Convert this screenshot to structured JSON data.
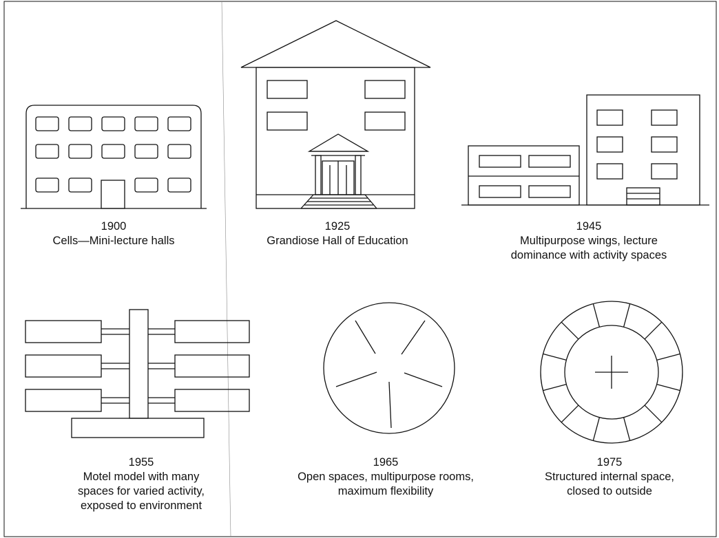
{
  "panels": [
    {
      "id": "1900",
      "year": "1900",
      "lines": [
        "Cells—Mini-lecture halls"
      ]
    },
    {
      "id": "1925",
      "year": "1925",
      "lines": [
        "Grandiose Hall of Education"
      ]
    },
    {
      "id": "1945",
      "year": "1945",
      "lines": [
        "Multipurpose wings, lecture",
        "dominance with activity spaces"
      ]
    },
    {
      "id": "1955",
      "year": "1955",
      "lines": [
        "Motel model with many",
        "spaces for varied activity,",
        "exposed to environment"
      ]
    },
    {
      "id": "1965",
      "year": "1965",
      "lines": [
        "Open spaces, multipurpose rooms,",
        "maximum flexibility"
      ]
    },
    {
      "id": "1975",
      "year": "1975",
      "lines": [
        "Structured internal space,",
        "closed to outside"
      ]
    }
  ],
  "style": {
    "stroke": "#111111",
    "background": "#ffffff"
  }
}
